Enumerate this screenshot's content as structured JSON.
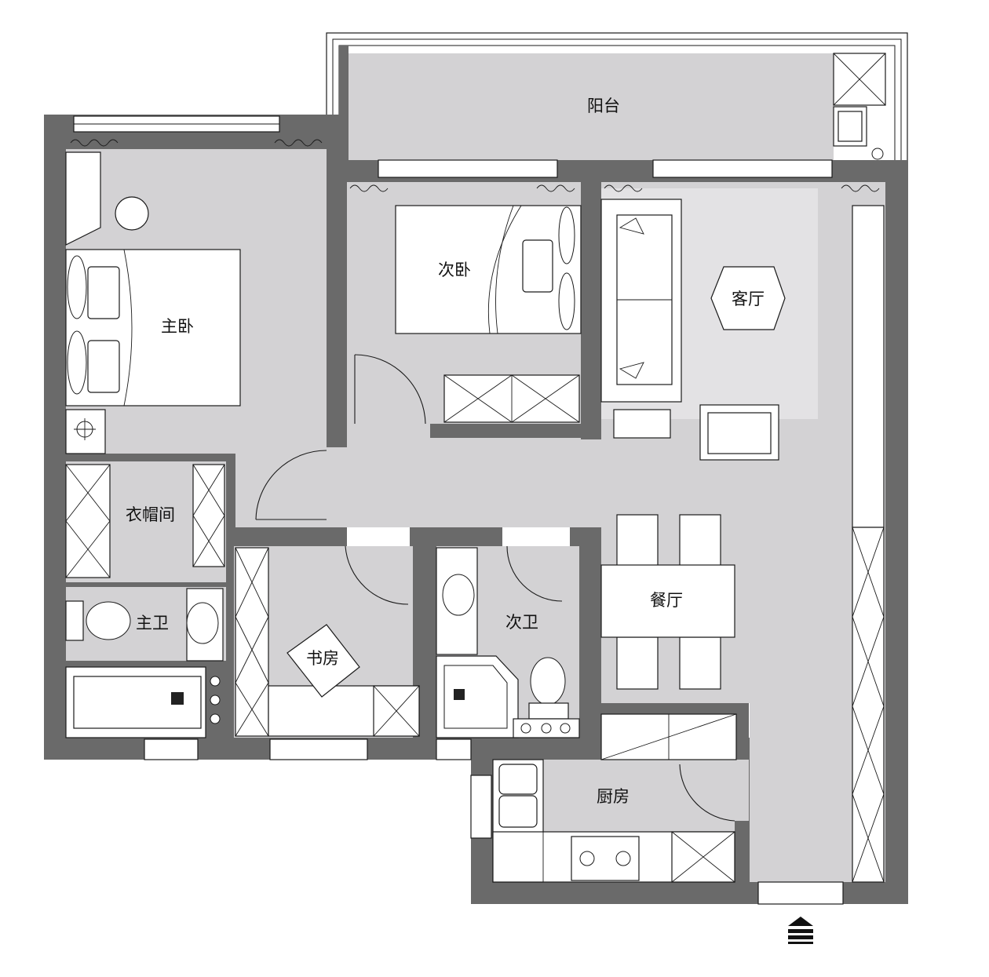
{
  "rooms": {
    "balcony": "阳台",
    "second_bedroom": "次卧",
    "living_room": "客厅",
    "master_bedroom": "主卧",
    "cloakroom": "衣帽间",
    "master_bathroom": "主卫",
    "study": "书房",
    "second_bathroom": "次卫",
    "dining_room": "餐厅",
    "kitchen": "厨房"
  },
  "icons": {
    "entrance": "entrance-arrow-icon"
  },
  "colors": {
    "wall": "#6a6a6a",
    "floor": "#d3d2d4",
    "living_floor": "#e3e2e4",
    "furniture": "#ffffff"
  }
}
